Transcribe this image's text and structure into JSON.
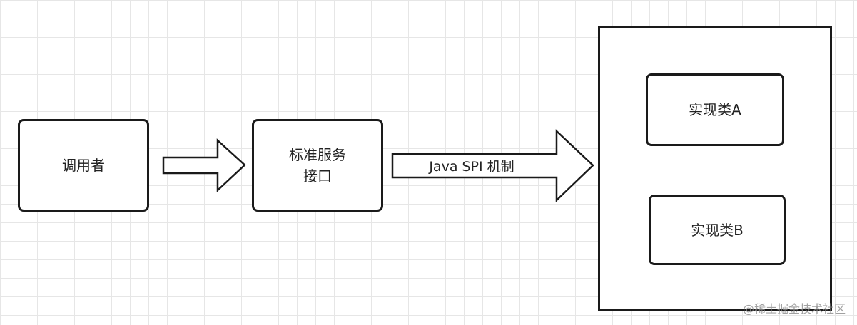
{
  "nodes": {
    "caller": "调用者",
    "interface_line1": "标准服务",
    "interface_line2": "接口",
    "impl_a": "实现类A",
    "impl_b": "实现类B"
  },
  "edges": {
    "caller_to_interface": "",
    "interface_to_container": "Java SPI 机制"
  },
  "watermark": "@稀土掘金技术社区"
}
